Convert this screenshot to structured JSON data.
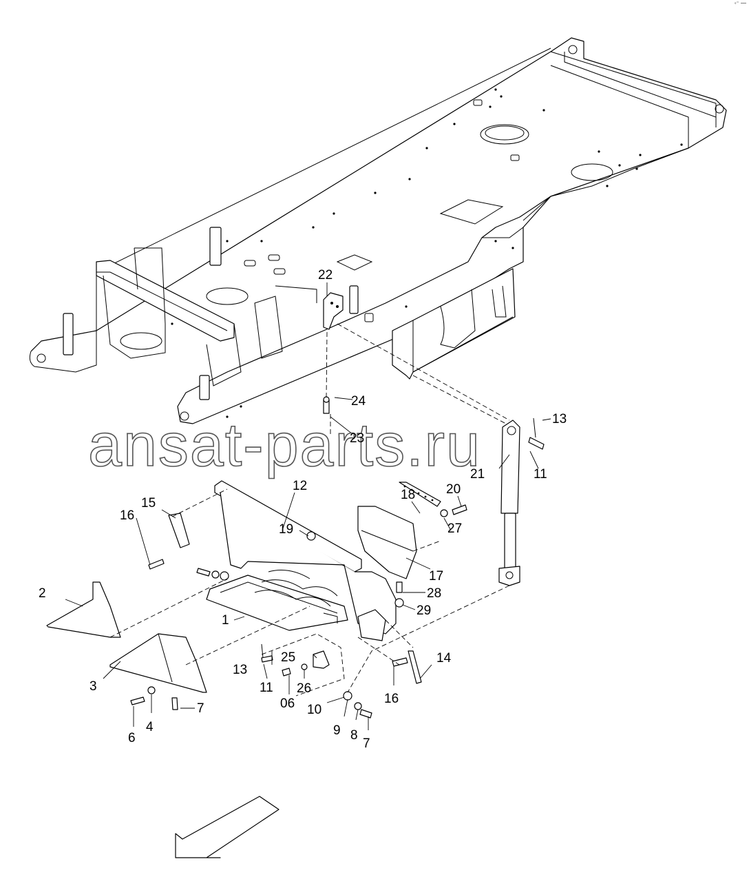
{
  "watermark": "ansat-parts.ru",
  "corner_mark": "◦⁻ ―",
  "callouts": {
    "c1": "1",
    "c2": "2",
    "c3": "3",
    "c4": "4",
    "c6": "6",
    "c7a": "7",
    "c7b": "7",
    "c8": "8",
    "c9": "9",
    "c10": "10",
    "c11a": "11",
    "c11b": "11",
    "c12": "12",
    "c13a": "13",
    "c13b": "13",
    "c14": "14",
    "c15": "15",
    "c16a": "16",
    "c16b": "16",
    "c17": "17",
    "c18": "18",
    "c19": "19",
    "c20": "20",
    "c21": "21",
    "c22": "22",
    "c23": "23",
    "c24": "24",
    "c25": "25",
    "c26": "26",
    "c06": "06",
    "c27": "27",
    "c28": "28",
    "c29": "29"
  },
  "icons": {
    "direction": "arrow-down-left-icon"
  }
}
